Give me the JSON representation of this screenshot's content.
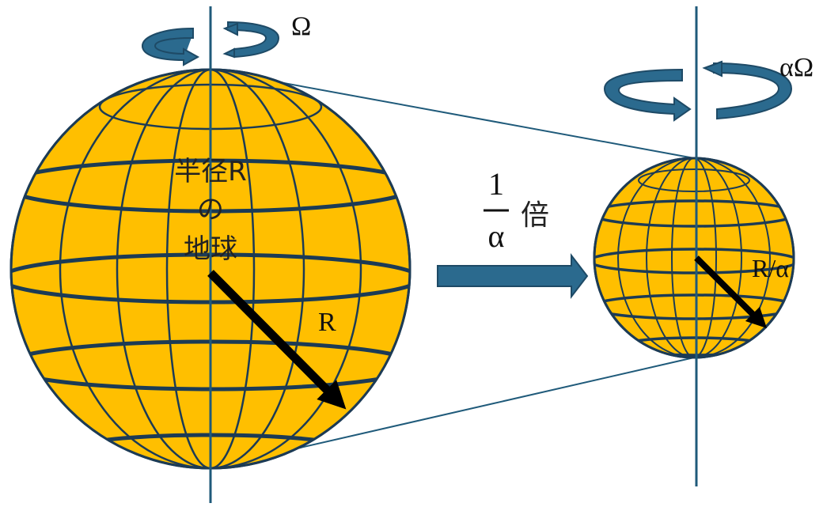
{
  "big_globe": {
    "label_line1": "半径R",
    "label_line2": "の",
    "label_line3": "地球",
    "radius_label": "R",
    "rotation_label": "Ω",
    "fill_color": "#FFBF00",
    "line_color": "#1C3B55"
  },
  "small_globe": {
    "radius_label": "R/α",
    "rotation_label": "αΩ",
    "fill_color": "#FFBF00",
    "line_color": "#1C3B55"
  },
  "scale_factor": {
    "numerator": "1",
    "denominator": "α",
    "suffix": "倍"
  },
  "colors": {
    "axis": "#1F5A7A",
    "arrow_fill": "#2B6A8E",
    "arrow_stroke": "#1E4A66",
    "radius_arrow": "#000000"
  }
}
